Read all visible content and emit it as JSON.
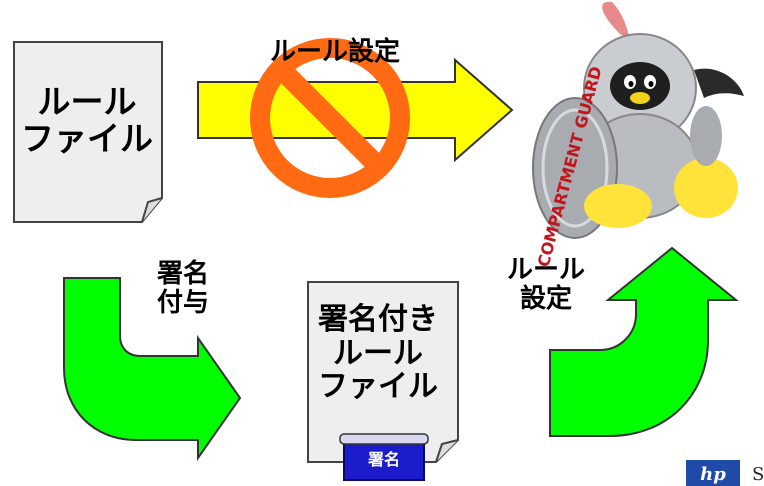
{
  "diagram": {
    "rule_file": "ルール\nファイル",
    "rule_setting_blocked": "ルール設定",
    "sign_add": "署名\n付与",
    "signed_rule_file": "署名付き\nルール\nファイル",
    "signature_badge": "署名",
    "rule_setting": "ルール\n設定",
    "mascot_badge_text": "COMPARTMENT GUARD",
    "footer_letter": "S"
  },
  "colors": {
    "yellow_arrow": "#ffff00",
    "green_arrow": "#00ff00",
    "prohibit": "#ff6a13",
    "doc_fill": "#eeeeee",
    "signature_badge": "#1c1ccc"
  },
  "icons": [
    "document-icon",
    "prohibited-sign-icon",
    "arrow-right-icon",
    "arrow-curve-down-right-icon",
    "arrow-curve-up-icon",
    "penguin-knight-icon",
    "hp-logo-icon"
  ]
}
